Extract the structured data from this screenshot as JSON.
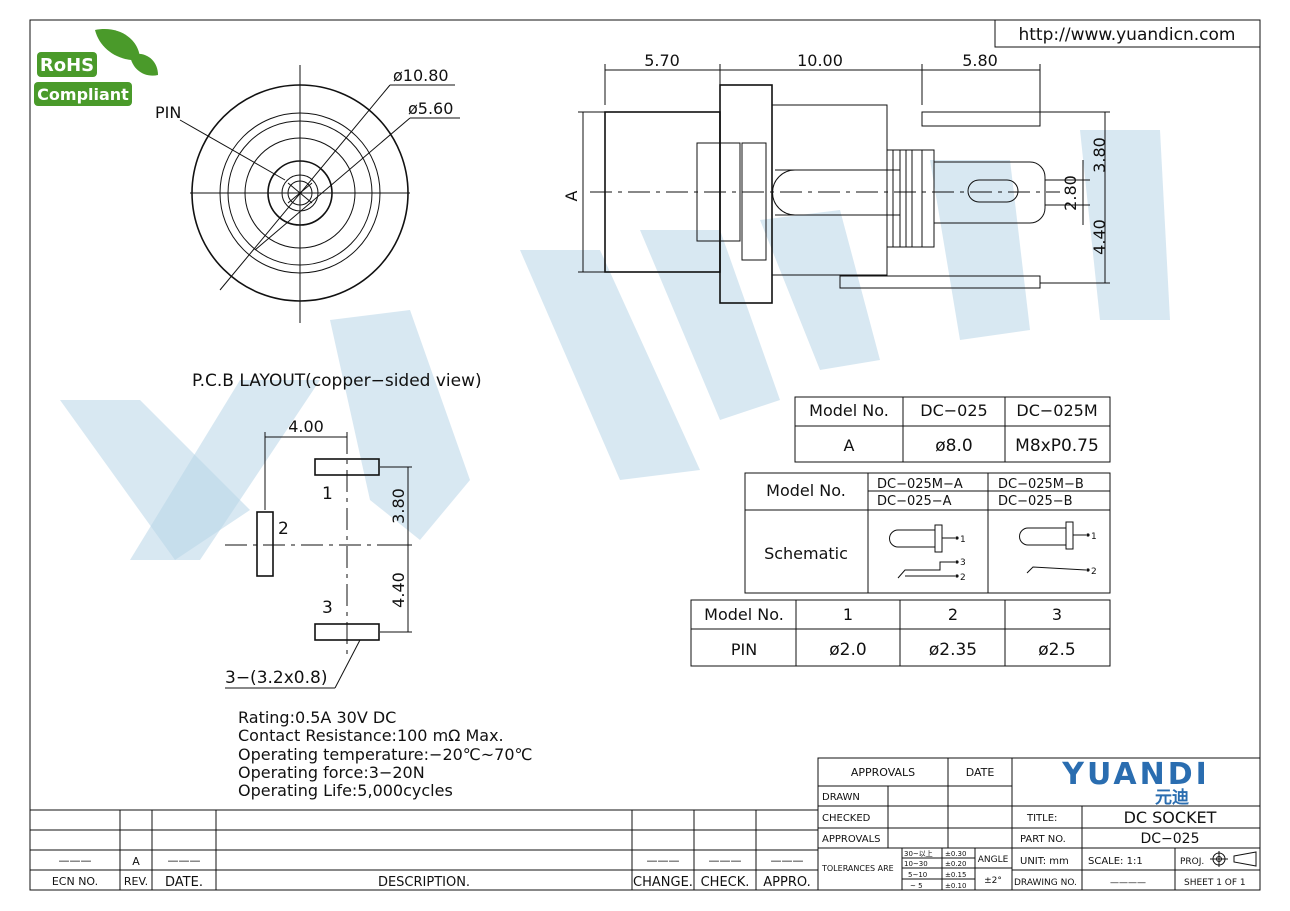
{
  "header": {
    "url": "http://www.yuandicn.com"
  },
  "rohs": {
    "line1": "RoHS",
    "line2": "Compliant"
  },
  "watermark": {
    "text": "YUANDI",
    "cn": "元迪"
  },
  "front_view": {
    "dia_outer": "ø10.80",
    "dia_inner": "ø5.60",
    "pin_label": "PIN"
  },
  "side_view": {
    "dim_left": "5.70",
    "dim_mid": "10.00",
    "dim_right": "5.80",
    "dim_a": "A",
    "dim_380": "3.80",
    "dim_280": "2.80",
    "dim_440": "4.40"
  },
  "pcb": {
    "title": "P.C.B LAYOUT(copper−sided view)",
    "dim_400": "4.00",
    "dim_380": "3.80",
    "dim_440": "4.40",
    "pad1": "1",
    "pad2": "2",
    "pad3": "3",
    "pad_note": "3−(3.2x0.8)"
  },
  "specs": [
    "Rating:0.5A  30V  DC",
    "Contact  Resistance:100  mΩ  Max.",
    "Operating  temperature:−20℃~70℃",
    "Operating  force:3−20N",
    "Operating  Life:5,000cycles"
  ],
  "table_a": {
    "headers": [
      "Model  No.",
      "DC−025",
      "DC−025M"
    ],
    "row": [
      "A",
      "ø8.0",
      "M8xP0.75"
    ]
  },
  "table_schematic": {
    "model_label": "Model  No.",
    "col1_line1": "DC−025M−A",
    "col1_line2": "DC−025−A",
    "col2_line1": "DC−025M−B",
    "col2_line2": "DC−025−B",
    "schematic_label": "Schematic",
    "pin1": "1",
    "pin2": "2",
    "pin3": "3"
  },
  "table_pin": {
    "headers": [
      "Model  No.",
      "1",
      "2",
      "3"
    ],
    "row": [
      "PIN",
      "ø2.0",
      "ø2.35",
      "ø2.5"
    ]
  },
  "title_block": {
    "approvals": "APPROVALS",
    "date": "DATE",
    "drawn": "DRAWN",
    "checked": "CHECKED",
    "approvals2": "APPROVALS",
    "tolerances": "TOLERANCES  ARE",
    "tol_ranges": [
      "30~以上",
      "10~30",
      "5~10",
      "~ 5"
    ],
    "tol_values": [
      "±0.30",
      "±0.20",
      "±0.15",
      "±0.10"
    ],
    "angle": "ANGLE",
    "angle_val": "±2°",
    "logo": "YUANDI",
    "logo_cn": "元迪",
    "title_label": "TITLE:",
    "title_value": "DC SOCKET",
    "part_label": "PART  NO.",
    "part_value": "DC−025",
    "unit": "UNIT:  mm",
    "scale": "SCALE:   1:1",
    "proj": "PROJ.",
    "drawing_no": "DRAWING  NO.",
    "drawing_no_value": "————",
    "sheet": "SHEET   1  OF  1"
  },
  "revision_block": {
    "ecn": "ECN  NO.",
    "rev": "REV.",
    "date": "DATE.",
    "description": "DESCRIPTION.",
    "change": "CHANGE.",
    "check": "CHECK.",
    "appro": "APPRO.",
    "rev_value": "A",
    "blank": "———"
  }
}
